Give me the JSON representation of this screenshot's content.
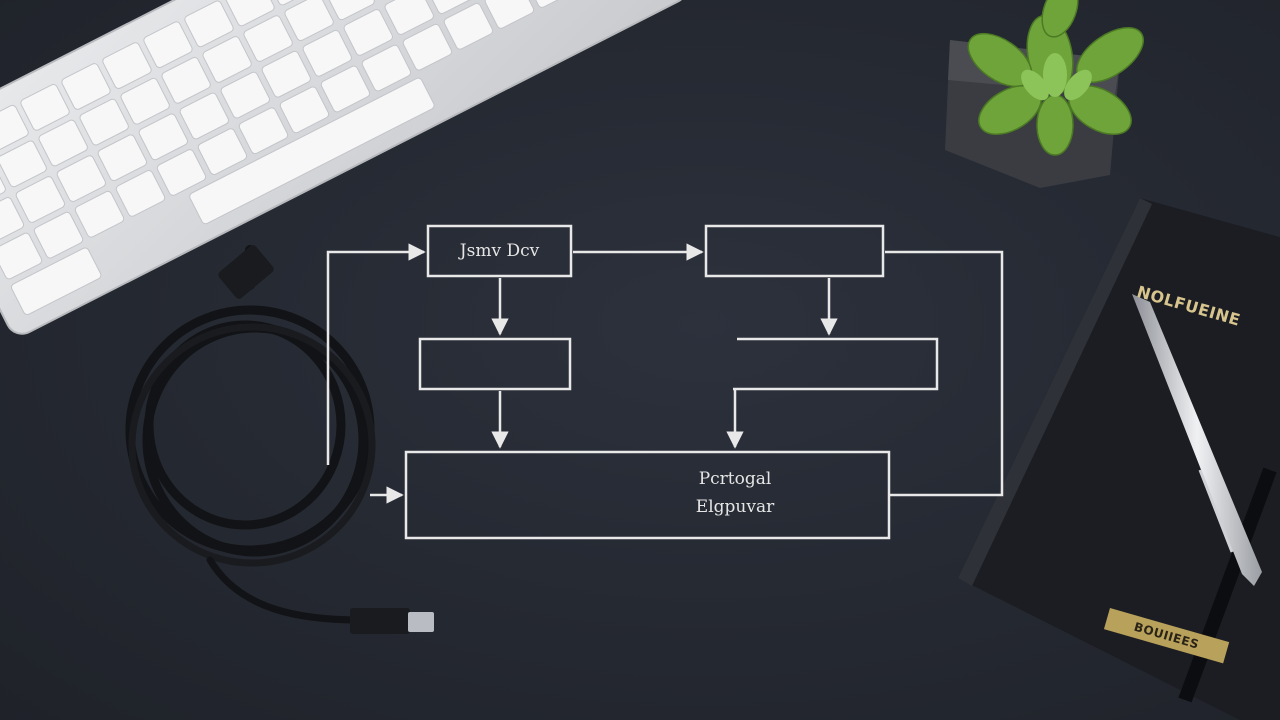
{
  "diagram": {
    "top_left_box_label": "Jsmv Dcv",
    "bottom_box_line1": "Pcrtogal",
    "bottom_box_line2": "Elgpuvar"
  },
  "notebook": {
    "title": "NOLFUEINE",
    "badge": "BOUIIEES"
  },
  "colors": {
    "desk": "#262a33",
    "diagram_line": "#e8e8e8",
    "notebook": "#1b1d22",
    "gold": "#d8c58e",
    "plant": "#6fa43a"
  }
}
